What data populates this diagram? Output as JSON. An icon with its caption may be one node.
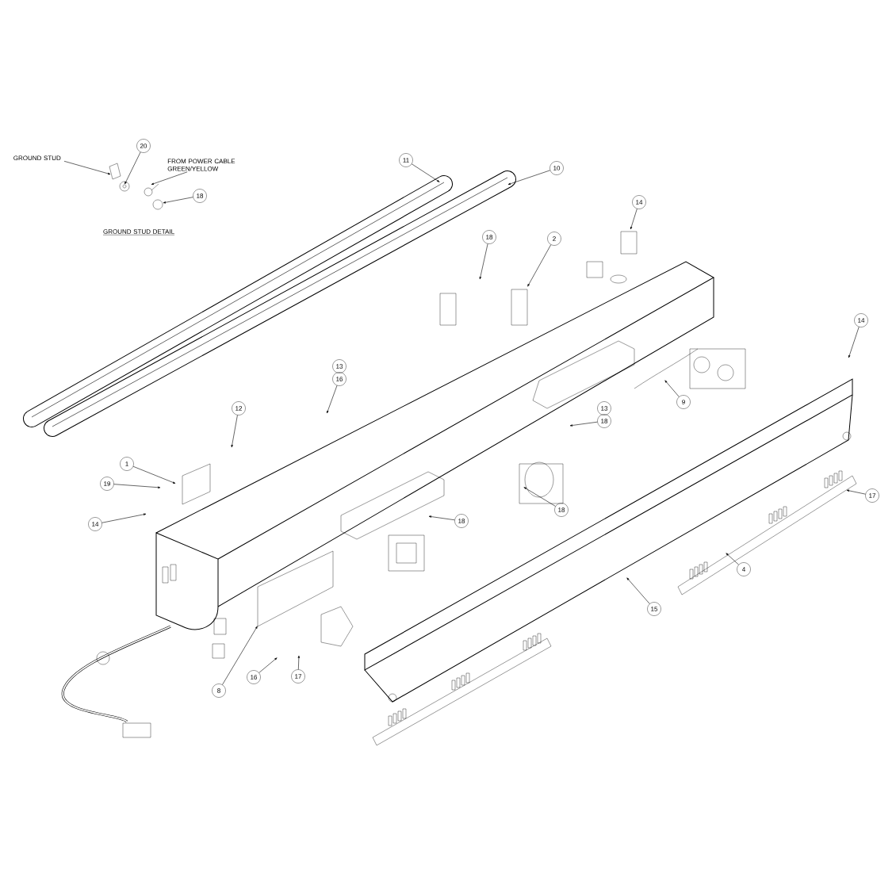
{
  "diagram": {
    "nodes": [
      {
        "text": [
          "GROUND STUD"
        ]
      },
      {
        "text": [
          "20"
        ]
      },
      {
        "text": [
          "FROM POWER CABLE GREEN/YELLOW"
        ]
      },
      {
        "text": [
          "18"
        ]
      },
      {
        "text": [
          "11"
        ]
      },
      {
        "text": [
          "10"
        ]
      },
      {
        "text": [
          "14"
        ]
      },
      {
        "text": [
          "18"
        ]
      },
      {
        "text": [
          "2"
        ]
      },
      {
        "text": [
          "13"
        ]
      },
      {
        "text": [
          "16"
        ]
      },
      {
        "text": [
          "9"
        ]
      },
      {
        "text": [
          "13"
        ]
      },
      {
        "text": [
          "18"
        ]
      },
      {
        "text": [
          "14"
        ]
      },
      {
        "text": [
          "12"
        ]
      },
      {
        "text": [
          "1"
        ]
      },
      {
        "text": [
          "19"
        ]
      },
      {
        "text": [
          "14"
        ]
      },
      {
        "text": [
          "18"
        ]
      },
      {
        "text": [
          "18"
        ]
      },
      {
        "text": [
          "17"
        ]
      },
      {
        "text": [
          "4"
        ]
      },
      {
        "text": [
          "15"
        ]
      },
      {
        "text": [
          "16"
        ]
      },
      {
        "text": [
          "17"
        ]
      },
      {
        "text": [
          "8"
        ]
      }
    ],
    "edges": [
      {
        "from": 0,
        "to": null,
        "arrow": "to"
      },
      {
        "from": 1,
        "to": null,
        "arrow": "to"
      },
      {
        "from": 2,
        "to": null,
        "arrow": "to"
      },
      {
        "from": 3,
        "to": null,
        "arrow": "to"
      },
      {
        "from": 4,
        "to": null,
        "arrow": "to"
      },
      {
        "from": 5,
        "to": null,
        "arrow": "to"
      },
      {
        "from": 6,
        "to": null,
        "arrow": "to"
      },
      {
        "from": 7,
        "to": null,
        "arrow": "to"
      },
      {
        "from": 8,
        "to": null,
        "arrow": "to"
      },
      {
        "from": 10,
        "to": null,
        "arrow": "to"
      },
      {
        "from": 11,
        "to": null,
        "arrow": "to"
      },
      {
        "from": 13,
        "to": null,
        "arrow": "to"
      },
      {
        "from": 14,
        "to": null,
        "arrow": "to"
      },
      {
        "from": 15,
        "to": null,
        "arrow": "to"
      },
      {
        "from": 16,
        "to": null,
        "arrow": "to"
      },
      {
        "from": 17,
        "to": null,
        "arrow": "to"
      },
      {
        "from": 18,
        "to": null,
        "arrow": "to"
      },
      {
        "from": 19,
        "to": null,
        "arrow": "to"
      },
      {
        "from": 20,
        "to": null,
        "arrow": "to"
      },
      {
        "from": 21,
        "to": null,
        "arrow": "to"
      },
      {
        "from": 22,
        "to": null,
        "arrow": "to"
      },
      {
        "from": 23,
        "to": null,
        "arrow": "to"
      },
      {
        "from": 24,
        "to": null,
        "arrow": "to"
      },
      {
        "from": 25,
        "to": null,
        "arrow": "to"
      },
      {
        "from": 26,
        "to": null,
        "arrow": "to"
      }
    ],
    "labels": [
      "GROUND STUD DETAIL"
    ]
  }
}
